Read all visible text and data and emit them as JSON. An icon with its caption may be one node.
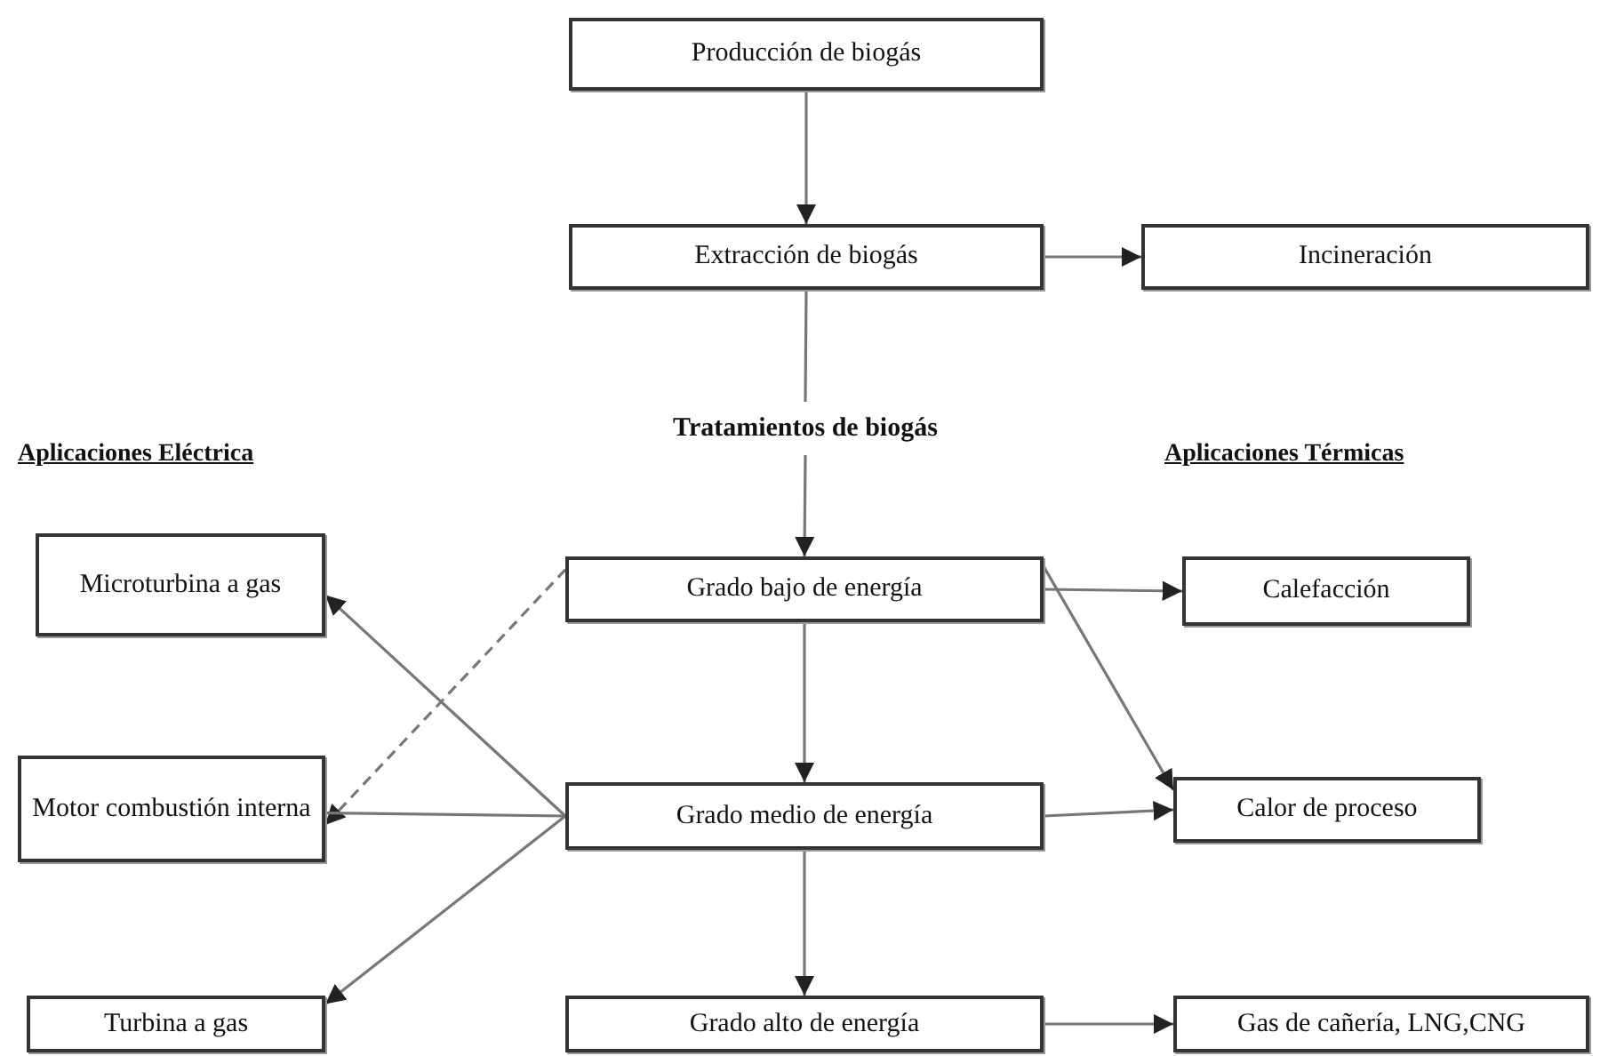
{
  "diagram": {
    "nodes": [
      {
        "text": [
          "Producción de biogás"
        ]
      },
      {
        "text": [
          "Extracción de biogás"
        ]
      },
      {
        "text": [
          "Incineración"
        ]
      },
      {
        "text": [
          "Tratamientos de biogás"
        ]
      },
      {
        "text": [
          "Grado bajo de energía"
        ]
      },
      {
        "text": [
          "Grado medio de energía"
        ]
      },
      {
        "text": [
          "Grado alto de energía"
        ]
      },
      {
        "text": [
          "Microturbina a gas"
        ]
      },
      {
        "text": [
          "Motor combustión interna"
        ]
      },
      {
        "text": [
          "Turbina a gas"
        ]
      },
      {
        "text": [
          "Calefacción"
        ]
      },
      {
        "text": [
          "Calor de proceso"
        ]
      },
      {
        "text": [
          "Gas de cañería, LNG,CNG"
        ]
      }
    ],
    "edges": [
      {
        "from": 0,
        "to": 1,
        "arrow": "to"
      },
      {
        "from": 1,
        "to": 2,
        "arrow": "to"
      },
      {
        "from": 1,
        "to": 3,
        "arrow": "none"
      },
      {
        "from": 3,
        "to": 4,
        "arrow": "to"
      },
      {
        "from": 4,
        "to": 5,
        "arrow": "to"
      },
      {
        "from": 5,
        "to": 6,
        "arrow": "to"
      },
      {
        "from": 5,
        "to": 7,
        "arrow": "to"
      },
      {
        "from": 4,
        "to": 8,
        "arrow": "to",
        "style": "dashed"
      },
      {
        "from": 5,
        "to": 8,
        "arrow": "to"
      },
      {
        "from": 5,
        "to": 9,
        "arrow": "to"
      },
      {
        "from": 4,
        "to": 10,
        "arrow": "to"
      },
      {
        "from": 4,
        "to": 11,
        "arrow": "to"
      },
      {
        "from": 5,
        "to": 11,
        "arrow": "to"
      },
      {
        "from": 6,
        "to": 12,
        "arrow": "to"
      }
    ],
    "labels": [
      "Aplicaciones Eléctrica",
      "Aplicaciones Térmicas"
    ]
  }
}
